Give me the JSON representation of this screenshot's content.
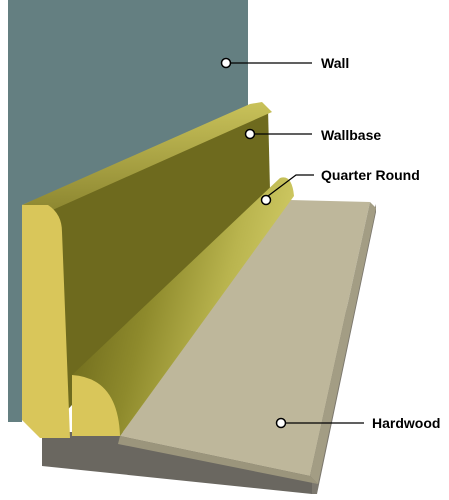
{
  "colors": {
    "wall": "#647F81",
    "wallbase": "#6E6A1E",
    "quarter_round": "#8E8A2C",
    "hardwood": "#BEB79B",
    "subfloor": "#6A6760",
    "end_cap": "#D9C65A",
    "label": "#000000"
  },
  "labels": {
    "wall": "Wall",
    "wallbase": "Wallbase",
    "quarter_round": "Quarter Round",
    "hardwood": "Hardwood"
  }
}
